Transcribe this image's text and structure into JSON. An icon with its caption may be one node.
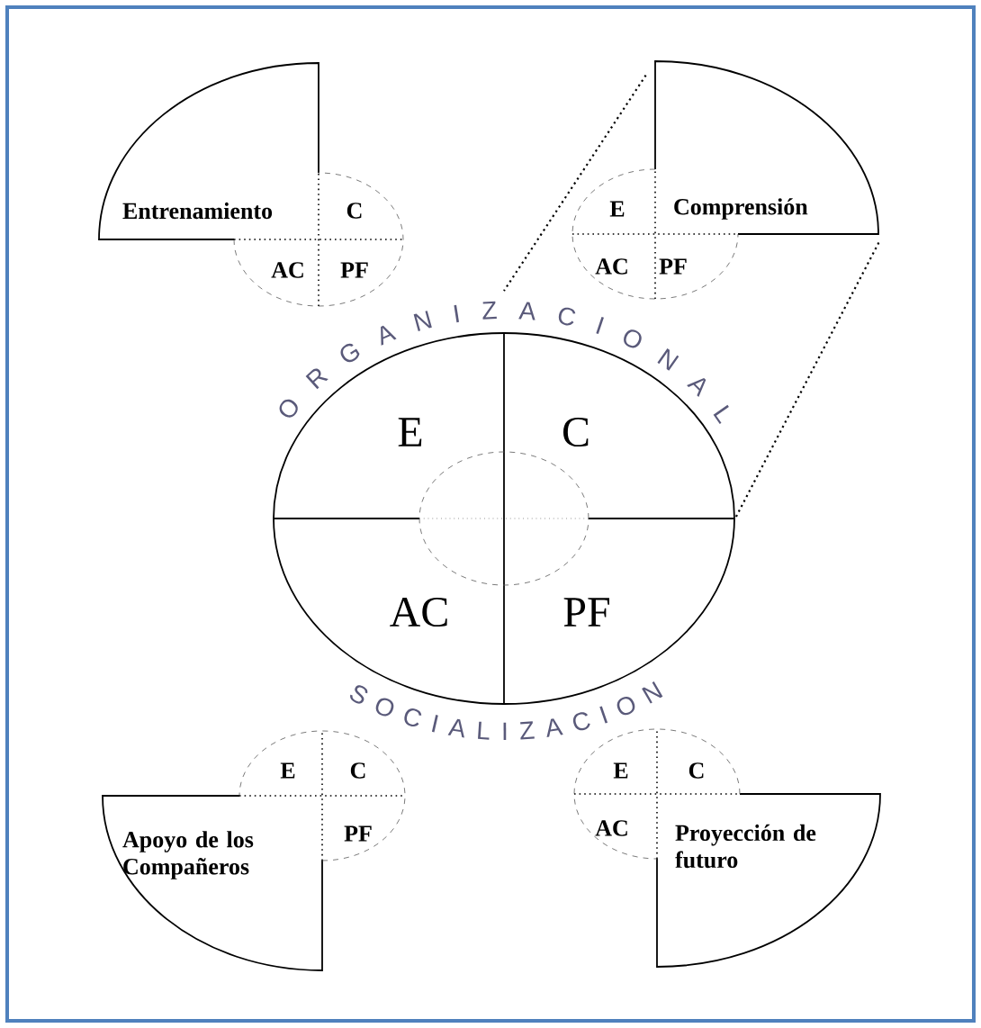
{
  "diagram": {
    "nodes": [
      {
        "text": [
          "Entrenamiento",
          "C",
          "AC",
          "PF"
        ]
      },
      {
        "text": [
          "E",
          "Comprensión",
          "AC",
          "PF"
        ]
      },
      {
        "text": [
          "ORGANIZACIONAL",
          "E",
          "C",
          "AC",
          "PF",
          "SOCIALIZACION"
        ]
      },
      {
        "text": [
          "E",
          "C",
          "Apoyo de los Compañeros",
          "PF"
        ]
      },
      {
        "text": [
          "E",
          "C",
          "AC",
          "Proyección de futuro"
        ]
      }
    ],
    "edges": [
      {
        "from": 1,
        "to": 2,
        "arrow": "none",
        "style": "dashed"
      },
      {
        "from": 1,
        "to": 2,
        "arrow": "none",
        "style": "dashed"
      }
    ]
  }
}
